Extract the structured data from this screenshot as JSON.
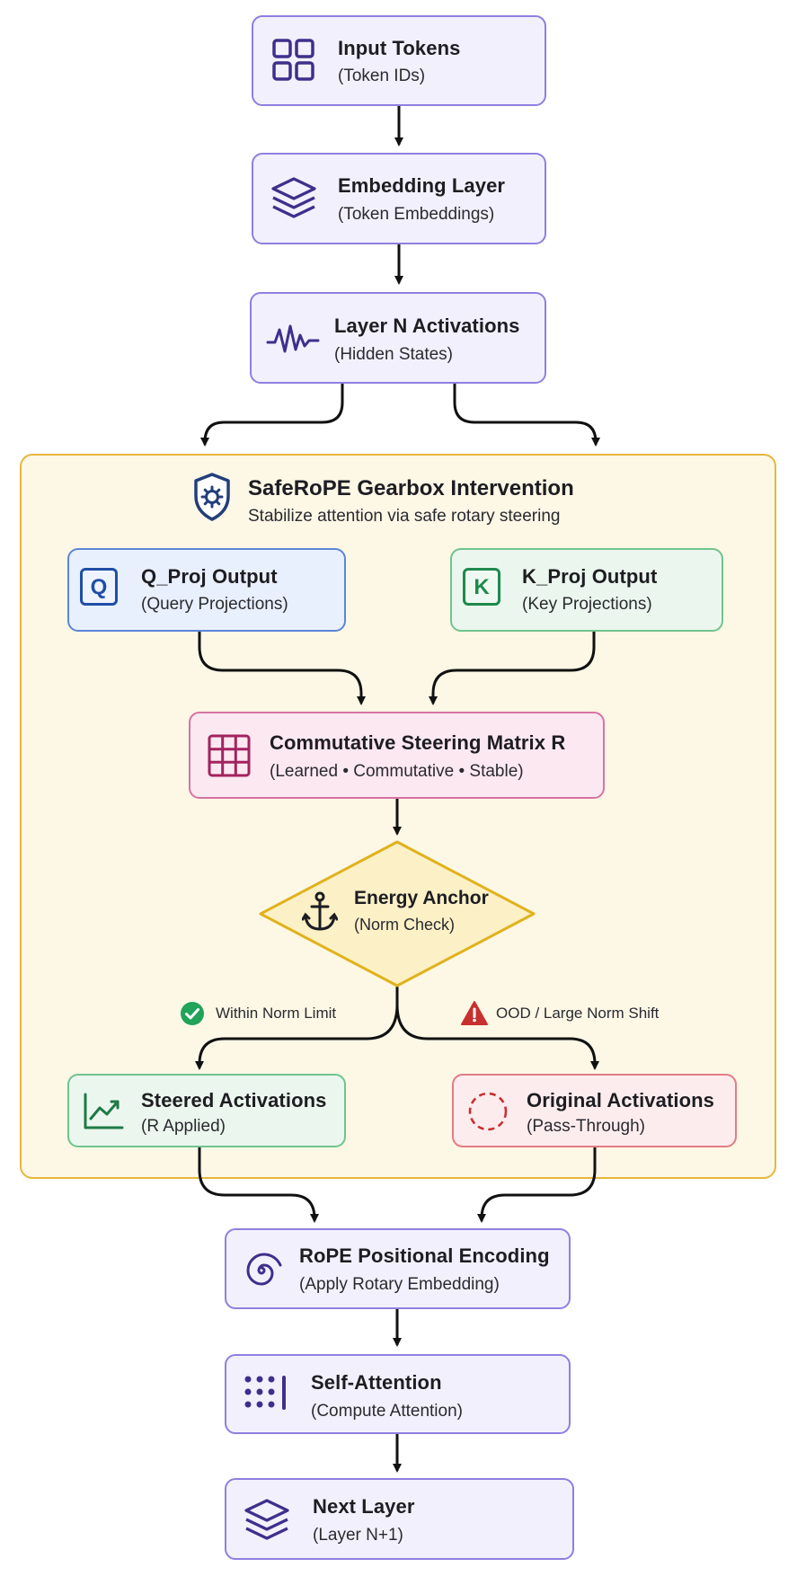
{
  "nodes": {
    "input_tokens": {
      "title": "Input Tokens",
      "sub": "(Token IDs)"
    },
    "embedding_layer": {
      "title": "Embedding Layer",
      "sub": "(Token Embeddings)"
    },
    "layer_n": {
      "title": "Layer N Activations",
      "sub": "(Hidden States)"
    },
    "q_proj": {
      "title": "Q_Proj Output",
      "sub": "(Query Projections)",
      "badge": "Q"
    },
    "k_proj": {
      "title": "K_Proj Output",
      "sub": "(Key Projections)",
      "badge": "K"
    },
    "steering_matrix": {
      "title": "Commutative Steering Matrix R",
      "sub": "(Learned • Commutative • Stable)"
    },
    "energy_anchor": {
      "title": "Energy Anchor",
      "sub": "(Norm Check)"
    },
    "steered": {
      "title": "Steered Activations",
      "sub": "(R Applied)"
    },
    "original": {
      "title": "Original Activations",
      "sub": "(Pass-Through)"
    },
    "rope": {
      "title": "RoPE Positional Encoding",
      "sub": "(Apply Rotary Embedding)"
    },
    "self_attention": {
      "title": "Self-Attention",
      "sub": "(Compute Attention)"
    },
    "next_layer": {
      "title": "Next Layer",
      "sub": "(Layer N+1)"
    }
  },
  "group": {
    "title": "SafeRoPE Gearbox Intervention",
    "sub": "Stabilize attention via safe rotary steering"
  },
  "branches": {
    "within": "Within Norm Limit",
    "ood": "OOD / Large Norm Shift"
  },
  "icons": {
    "input_tokens": "grid-icon",
    "embedding_layer": "layers-icon",
    "layer_n": "waveform-icon",
    "group": "shield-gear-icon",
    "steering_matrix": "matrix-grid-icon",
    "energy_anchor": "anchor-icon",
    "within": "check-circle-icon",
    "ood": "warning-triangle-icon",
    "steered": "trend-chart-icon",
    "original": "dashed-circle-icon",
    "rope": "spiral-icon",
    "self_attention": "dot-matrix-icon",
    "next_layer": "layers-icon"
  },
  "colors": {
    "purple": "#8f7fe0",
    "blue": "#5b86d8",
    "green": "#6fc48d",
    "pink": "#d774a4",
    "red": "#e27c84",
    "gold": "#e4b73c",
    "icon_purple": "#3f2f8c",
    "arrow": "#111111"
  }
}
